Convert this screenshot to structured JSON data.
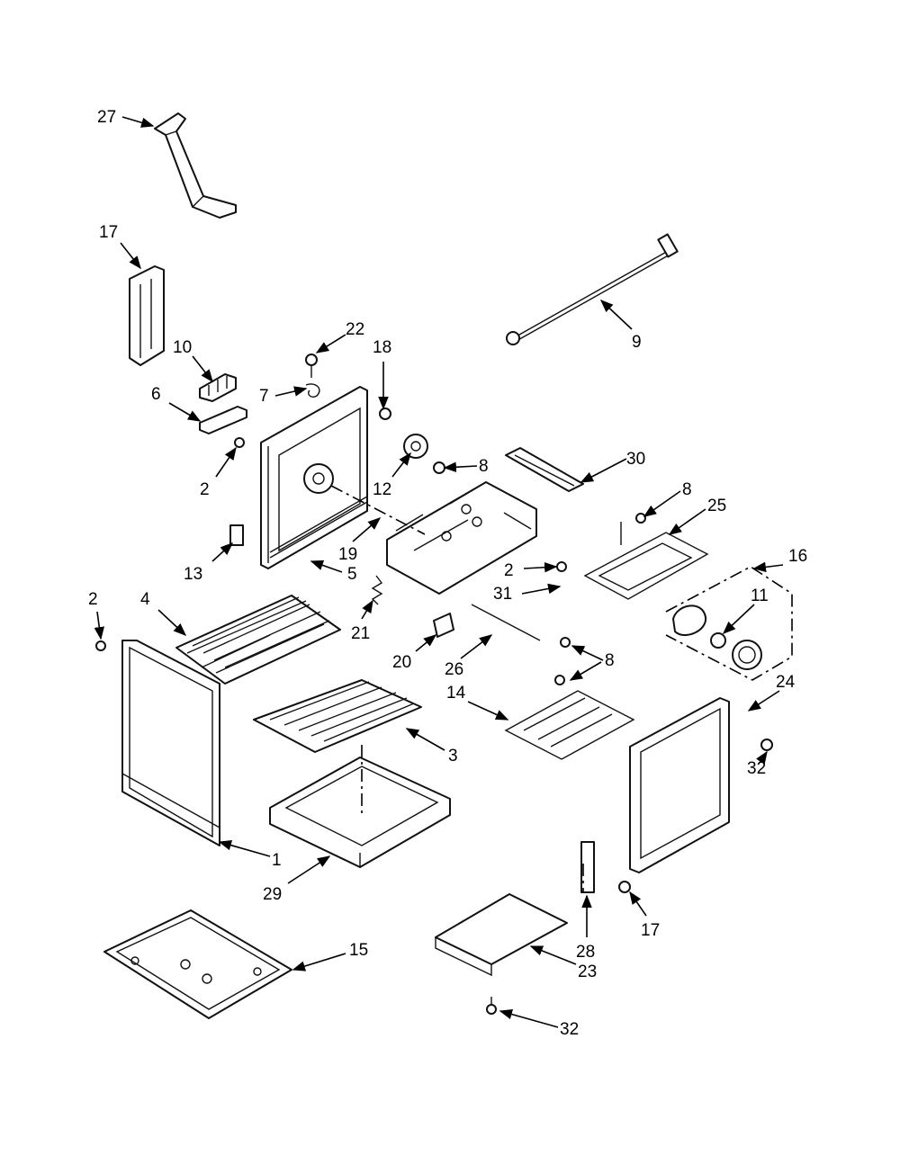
{
  "diagram": {
    "callouts": [
      {
        "id": "c27",
        "text": "27"
      },
      {
        "id": "c17a",
        "text": "17"
      },
      {
        "id": "c10",
        "text": "10"
      },
      {
        "id": "c6",
        "text": "6"
      },
      {
        "id": "c22",
        "text": "22"
      },
      {
        "id": "c18",
        "text": "18"
      },
      {
        "id": "c7",
        "text": "7"
      },
      {
        "id": "c9",
        "text": "9"
      },
      {
        "id": "c2a",
        "text": "2"
      },
      {
        "id": "c12",
        "text": "12"
      },
      {
        "id": "c8a",
        "text": "8"
      },
      {
        "id": "c30",
        "text": "30"
      },
      {
        "id": "c8b",
        "text": "8"
      },
      {
        "id": "c25",
        "text": "25"
      },
      {
        "id": "c19",
        "text": "19"
      },
      {
        "id": "c13",
        "text": "13"
      },
      {
        "id": "c5",
        "text": "5"
      },
      {
        "id": "c2b",
        "text": "2"
      },
      {
        "id": "c16",
        "text": "16"
      },
      {
        "id": "c31",
        "text": "31"
      },
      {
        "id": "c11",
        "text": "11"
      },
      {
        "id": "c2c",
        "text": "2"
      },
      {
        "id": "c4",
        "text": "4"
      },
      {
        "id": "c21",
        "text": "21"
      },
      {
        "id": "c20",
        "text": "20"
      },
      {
        "id": "c26",
        "text": "26"
      },
      {
        "id": "c8c",
        "text": "8"
      },
      {
        "id": "c24",
        "text": "24"
      },
      {
        "id": "c14",
        "text": "14"
      },
      {
        "id": "c3",
        "text": "3"
      },
      {
        "id": "c32a",
        "text": "32"
      },
      {
        "id": "c1",
        "text": "1"
      },
      {
        "id": "c29",
        "text": "29"
      },
      {
        "id": "c17b",
        "text": "17"
      },
      {
        "id": "c28",
        "text": "28"
      },
      {
        "id": "c15",
        "text": "15"
      },
      {
        "id": "c23",
        "text": "23"
      },
      {
        "id": "c32b",
        "text": "32"
      }
    ]
  }
}
